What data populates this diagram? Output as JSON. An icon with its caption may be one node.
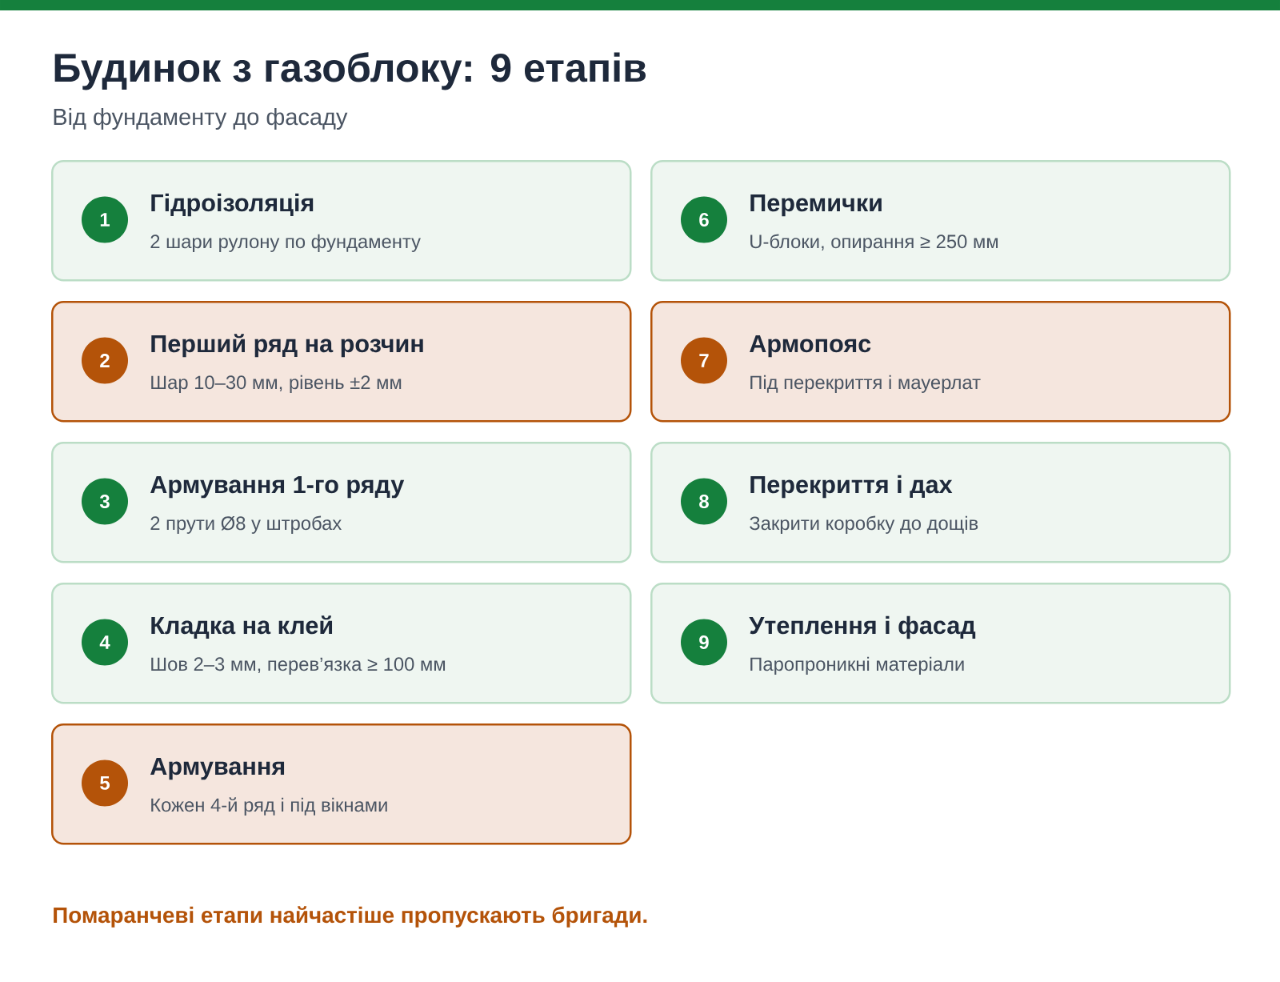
{
  "diagram": {
    "title": "Будинок з газоблоку: 9 етапів",
    "nodes": [
      {
        "text": [
          "Гідроізоляція",
          "2 шари рулону по фундаменту"
        ]
      },
      {
        "text": [
          "1"
        ],
        "in": 0
      },
      {
        "text": [
          "Перший ряд на розчин",
          "Шар 10–30 мм, рівень ±2 мм"
        ]
      },
      {
        "text": [
          "2"
        ],
        "in": 2
      },
      {
        "text": [
          "Армування 1-го ряду",
          "2 прути Ø8 у штробах"
        ]
      },
      {
        "text": [
          "3"
        ],
        "in": 4
      },
      {
        "text": [
          "Кладка на клей",
          "Шов 2–3 мм, перев’язка ≥ 100 мм"
        ]
      },
      {
        "text": [
          "4"
        ],
        "in": 6
      },
      {
        "text": [
          "Армування",
          "Кожен 4-й ряд і під вікнами"
        ]
      },
      {
        "text": [
          "5"
        ],
        "in": 8
      },
      {
        "text": [
          "Перемички",
          "U-блоки, опирання ≥ 250 мм"
        ]
      },
      {
        "text": [
          "6"
        ],
        "in": 10
      },
      {
        "text": [
          "Армопояс",
          "Під перекриття і мауерлат"
        ]
      },
      {
        "text": [
          "7"
        ],
        "in": 12
      },
      {
        "text": [
          "Перекриття і дах",
          "Закрити коробку до дощів"
        ]
      },
      {
        "text": [
          "8"
        ],
        "in": 14
      },
      {
        "text": [
          "Утеплення і фасад",
          "Паропроникні матеріали"
        ]
      },
      {
        "text": [
          "9"
        ],
        "in": 16
      }
    ],
    "labels": [
      "Від фундаменту до фасаду",
      "Помаранчеві етапи найчастіше пропускають бригади."
    ]
  }
}
